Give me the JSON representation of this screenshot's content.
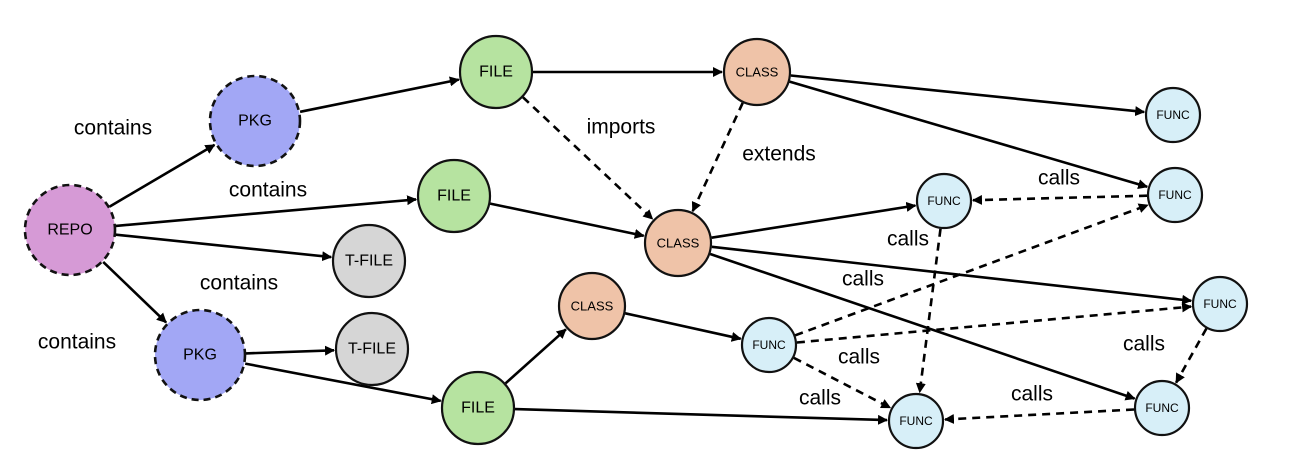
{
  "colors": {
    "repo": "#d69ad6",
    "pkg": "#a2a7f5",
    "file": "#b6e3a0",
    "t_file": "#d6d6d6",
    "class": "#efc3a8",
    "func": "#d7eff8"
  },
  "nodes": [
    {
      "id": "repo",
      "label": "REPO",
      "kind": "repo"
    },
    {
      "id": "pkg1",
      "label": "PKG",
      "kind": "pkg"
    },
    {
      "id": "pkg2",
      "label": "PKG",
      "kind": "pkg"
    },
    {
      "id": "file1",
      "label": "FILE",
      "kind": "file"
    },
    {
      "id": "file2",
      "label": "FILE",
      "kind": "file"
    },
    {
      "id": "file3",
      "label": "FILE",
      "kind": "file"
    },
    {
      "id": "tfile1",
      "label": "T-FILE",
      "kind": "t_file"
    },
    {
      "id": "tfile2",
      "label": "T-FILE",
      "kind": "t_file"
    },
    {
      "id": "class1",
      "label": "CLASS",
      "kind": "class"
    },
    {
      "id": "class2",
      "label": "CLASS",
      "kind": "class"
    },
    {
      "id": "class3",
      "label": "CLASS",
      "kind": "class"
    },
    {
      "id": "func1",
      "label": "FUNC",
      "kind": "func"
    },
    {
      "id": "func2",
      "label": "FUNC",
      "kind": "func"
    },
    {
      "id": "func3",
      "label": "FUNC",
      "kind": "func"
    },
    {
      "id": "func4",
      "label": "FUNC",
      "kind": "func"
    },
    {
      "id": "func5",
      "label": "FUNC",
      "kind": "func"
    },
    {
      "id": "func6",
      "label": "FUNC",
      "kind": "func"
    },
    {
      "id": "func7",
      "label": "FUNC",
      "kind": "func"
    }
  ],
  "edges": [
    {
      "from": "repo",
      "to": "pkg1",
      "style": "solid"
    },
    {
      "from": "repo",
      "to": "file2",
      "style": "solid"
    },
    {
      "from": "repo",
      "to": "tfile1",
      "style": "solid"
    },
    {
      "from": "repo",
      "to": "pkg2",
      "style": "solid"
    },
    {
      "from": "pkg1",
      "to": "file1",
      "style": "solid"
    },
    {
      "from": "pkg2",
      "to": "tfile2",
      "style": "solid"
    },
    {
      "from": "pkg2",
      "to": "file3",
      "style": "solid"
    },
    {
      "from": "file1",
      "to": "class1",
      "style": "solid"
    },
    {
      "from": "file1",
      "to": "class2",
      "style": "dashed"
    },
    {
      "from": "file2",
      "to": "class2",
      "style": "solid"
    },
    {
      "from": "file3",
      "to": "class3",
      "style": "solid"
    },
    {
      "from": "file3",
      "to": "func7",
      "style": "solid"
    },
    {
      "from": "class1",
      "to": "func1",
      "style": "solid"
    },
    {
      "from": "class1",
      "to": "func2",
      "style": "solid"
    },
    {
      "from": "class1",
      "to": "class2",
      "style": "dashed"
    },
    {
      "from": "class2",
      "to": "func3",
      "style": "solid"
    },
    {
      "from": "class2",
      "to": "func4",
      "style": "solid"
    },
    {
      "from": "class2",
      "to": "func6",
      "style": "solid"
    },
    {
      "from": "class3",
      "to": "func5",
      "style": "solid"
    },
    {
      "from": "func2",
      "to": "func3",
      "style": "dashed"
    },
    {
      "from": "func3",
      "to": "func7",
      "style": "dashed"
    },
    {
      "from": "func5",
      "to": "func2",
      "style": "dashed"
    },
    {
      "from": "func5",
      "to": "func4",
      "style": "dashed"
    },
    {
      "from": "func5",
      "to": "func7",
      "style": "dashed"
    },
    {
      "from": "func4",
      "to": "func6",
      "style": "dashed"
    },
    {
      "from": "func6",
      "to": "func7",
      "style": "dashed"
    }
  ],
  "edge_labels": [
    {
      "text": "contains"
    },
    {
      "text": "contains"
    },
    {
      "text": "contains"
    },
    {
      "text": "contains"
    },
    {
      "text": "imports"
    },
    {
      "text": "extends"
    },
    {
      "text": "calls"
    },
    {
      "text": "calls"
    },
    {
      "text": "calls"
    },
    {
      "text": "calls"
    },
    {
      "text": "calls"
    },
    {
      "text": "calls"
    },
    {
      "text": "calls"
    }
  ]
}
